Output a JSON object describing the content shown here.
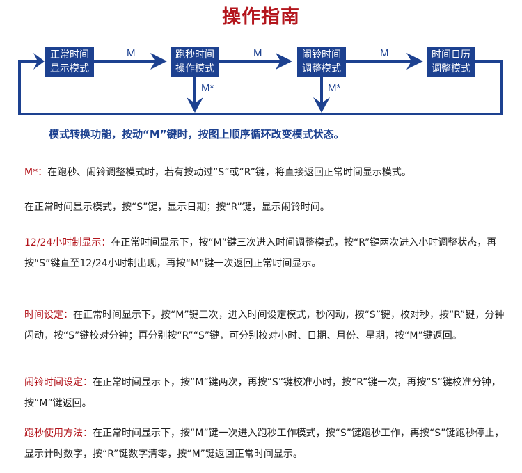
{
  "title": "操作指南",
  "diagram": {
    "boxes": [
      {
        "line1": "正常时间",
        "line2": "显示模式"
      },
      {
        "line1": "跑秒时间",
        "line2": "操作模式"
      },
      {
        "line1": "闹铃时间",
        "line2": "调整模式"
      },
      {
        "line1": "时间日历",
        "line2": "调整模式"
      }
    ],
    "arrow_labels": [
      "M",
      "M",
      "M"
    ],
    "down_labels": [
      "M*",
      "M*"
    ],
    "caption": "模式转换功能，按动“M”键时，按图上顺序循环改变模式状态。",
    "color": "#1d4190"
  },
  "paragraphs": [
    {
      "heading": "M*：",
      "text": "在跑秒、闹铃调整模式时，若有按动过“S”或“R”键，将直接返回正常时间显示模式。"
    },
    {
      "heading": "",
      "text": "在正常时间显示模式，按“S”键，显示日期；按“R”键，显示闹铃时间。"
    },
    {
      "heading": "12/24小时制显示：",
      "text": "在正常时间显示下，按“M”键三次进入时间调整模式，按“R”键两次进入小时调整状态，再按“S”键直至12/24小时制出现，再按“M”键一次返回正常时间显示。"
    },
    {
      "heading": "时间设定：",
      "text": "在正常时间显示下，按“M”键三次，进入时间设定模式，秒闪动，按“S”键，校对秒，按“R”键，分钟闪动，按“S”键校对分钟；再分别按“R”“S”键，可分别校对小时、日期、月份、星期，按“M”键返回。"
    },
    {
      "heading": "闹铃时间设定：",
      "text": "在正常时间显示下，按“M”键两次，再按“S”键校准小时，按“R”键一次，再按“S”键校准分钟，按“M”键返回。"
    },
    {
      "heading": "跑秒使用方法：",
      "text": "在正常时间显示下，按“M”键一次进入跑秒工作模式，按“S”键跑秒工作，再按“S”键跑秒停止，显示计时数字，按“R”键数字清零，按“M”键返回正常时间显示。"
    }
  ],
  "colors": {
    "heading": "#b3161d",
    "accent": "#1d4190"
  }
}
